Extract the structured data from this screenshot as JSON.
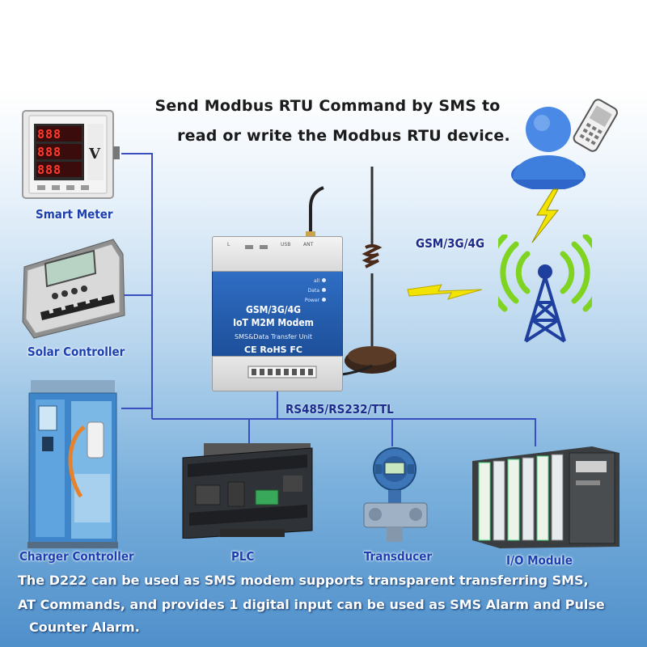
{
  "headline": {
    "line1": "Send Modbus RTU Command  by SMS to",
    "line2": "read or write the Modbus RTU device."
  },
  "network_label": "GSM/3G/4G",
  "bus_label": "RS485/RS232/TTL",
  "modem": {
    "title_line1": "GSM/3G/4G",
    "title_line2": "IoT M2M Modem",
    "subtitle": "SMS&Data Transfer Unit",
    "certifications": "CE RoHS FC",
    "led_labels": [
      "all",
      "Data",
      "Power"
    ],
    "port_labels": [
      "L",
      "USB",
      "ANT"
    ]
  },
  "smart_meter": {
    "digit_rows": [
      "888",
      "888",
      "888"
    ],
    "unit": "V"
  },
  "devices": {
    "smart_meter": "Smart Meter",
    "solar_controller": "Solar Controller",
    "charger_controller": "Charger Controller",
    "plc": "PLC",
    "transducer": "Transducer",
    "io_module": "I/O Module"
  },
  "footer": {
    "line1": "The D222 can be used as SMS modem supports transparent transferring SMS,",
    "line2": "AT Commands, and provides 1 digital input can be used as SMS Alarm and Pulse",
    "line3": "Counter Alarm."
  },
  "colors": {
    "wire": "#3a4fbf",
    "label_blue": "#1a3fb0",
    "modem_blue": "#2a64b8",
    "signal_green": "#7fd321",
    "lightning_yellow": "#f2e300"
  },
  "icons": {
    "user": "person-with-phone-icon",
    "tower": "cell-tower-icon",
    "lightning": "lightning-bolt-icon"
  }
}
